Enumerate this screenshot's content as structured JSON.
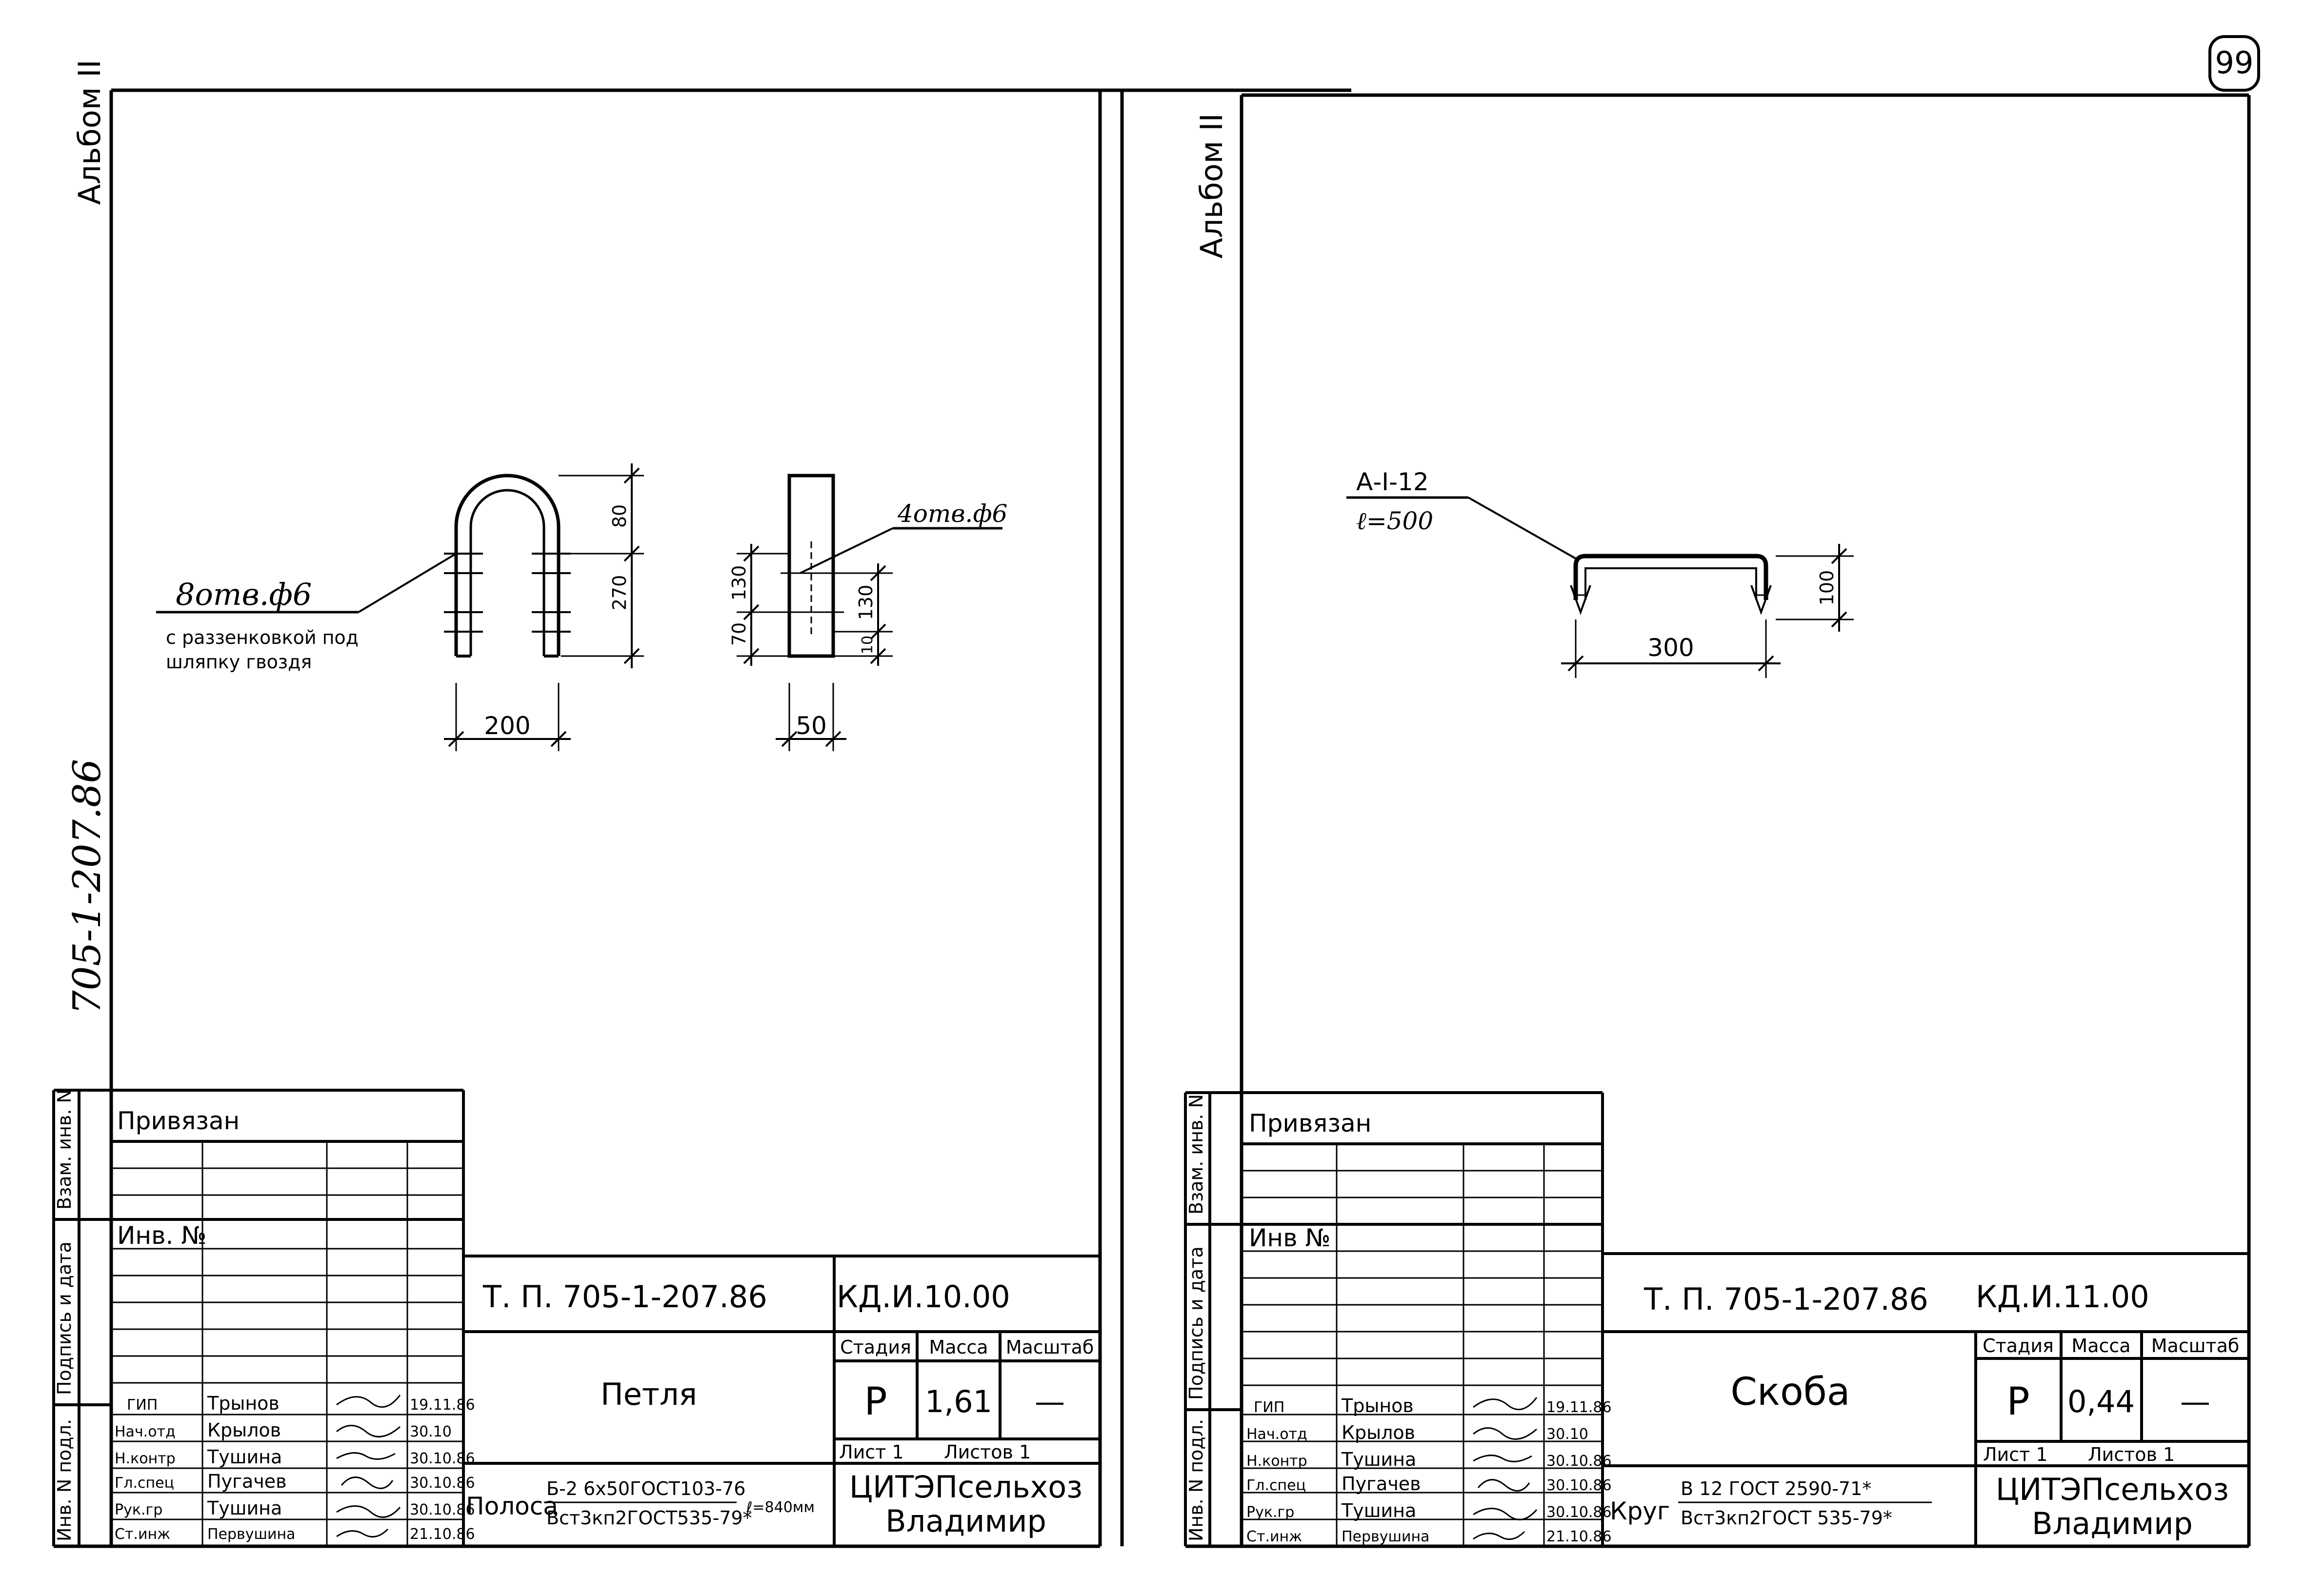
{
  "page_number": "99",
  "margin_labels": {
    "album_left": "Альбом II",
    "album_right": "Альбом II",
    "project_code": "705-1-207.86"
  },
  "stamp_side_labels": [
    "Взам. инв. N",
    "Подпись и дата",
    "Инв. N подл."
  ],
  "sheets": [
    {
      "id": "left",
      "drawing": {
        "callout_holes": "8отв.ф6",
        "callout_note_1": "с раззенковкой под",
        "callout_note_2": "шляпку гвоздя",
        "callout_side_holes": "4отв.ф6",
        "dims": {
          "top": "80",
          "height": "270",
          "width": "200",
          "side_130_left": "130",
          "side_70": "70",
          "side_130_right": "130",
          "side_10": "10",
          "side_width": "50"
        }
      },
      "title_block": {
        "attached": "Привязан",
        "inv_no": "Инв. №",
        "doc_code": "Т. П. 705-1-207.86",
        "sheet_code": "КД.И.10.00",
        "name": "Петля",
        "headers": {
          "stage": "Стадия",
          "mass": "Масса",
          "scale": "Масштаб"
        },
        "values": {
          "stage": "Р",
          "mass": "1,61",
          "scale": "—"
        },
        "sheet": "Лист 1",
        "sheets_total": "Листов 1",
        "material_prefix": "Полоса",
        "material_top": "Б-2 6х50ГОСТ103-76",
        "material_bottom": "Вст3кп2ГОСТ535-79*",
        "material_length": "ℓ=840мм",
        "org_line1": "ЦИТЭПсельхоз",
        "org_line2": "Владимир",
        "signers": [
          {
            "role": "ГИП",
            "name": "Трынов",
            "date": "19.11.86"
          },
          {
            "role": "Нач.отд",
            "name": "Крылов",
            "date": "30.10"
          },
          {
            "role": "Н.контр",
            "name": "Тушина",
            "date": "30.10.86"
          },
          {
            "role": "Гл.спец",
            "name": "Пугачев",
            "date": "30.10.86"
          },
          {
            "role": "Рук.гр",
            "name": "Тушина",
            "date": "30.10.86"
          },
          {
            "role": "Ст.инж",
            "name": "Первушина",
            "date": "21.10.86"
          }
        ]
      }
    },
    {
      "id": "right",
      "drawing": {
        "callout_mark": "А-I-12",
        "callout_length": "ℓ=500",
        "dims": {
          "width": "300",
          "height": "100"
        }
      },
      "title_block": {
        "attached": "Привязан",
        "inv_no": "Инв №",
        "doc_code": "Т. П. 705-1-207.86",
        "sheet_code": "КД.И.11.00",
        "name": "Скоба",
        "headers": {
          "stage": "Стадия",
          "mass": "Масса",
          "scale": "Масштаб"
        },
        "values": {
          "stage": "Р",
          "mass": "0,44",
          "scale": "—"
        },
        "sheet": "Лист 1",
        "sheets_total": "Листов 1",
        "material_prefix": "Круг",
        "material_top": "В 12 ГОСТ 2590-71*",
        "material_bottom": "Вст3кп2ГОСТ 535-79*",
        "org_line1": "ЦИТЭПсельхоз",
        "org_line2": "Владимир",
        "signers": [
          {
            "role": "ГИП",
            "name": "Трынов",
            "date": "19.11.86"
          },
          {
            "role": "Нач.отд",
            "name": "Крылов",
            "date": "30.10"
          },
          {
            "role": "Н.контр",
            "name": "Тушина",
            "date": "30.10.86"
          },
          {
            "role": "Гл.спец",
            "name": "Пугачев",
            "date": "30.10.86"
          },
          {
            "role": "Рук.гр",
            "name": "Тушина",
            "date": "30.10.86"
          },
          {
            "role": "Ст.инж",
            "name": "Первушина",
            "date": "21.10.86"
          }
        ]
      }
    }
  ]
}
